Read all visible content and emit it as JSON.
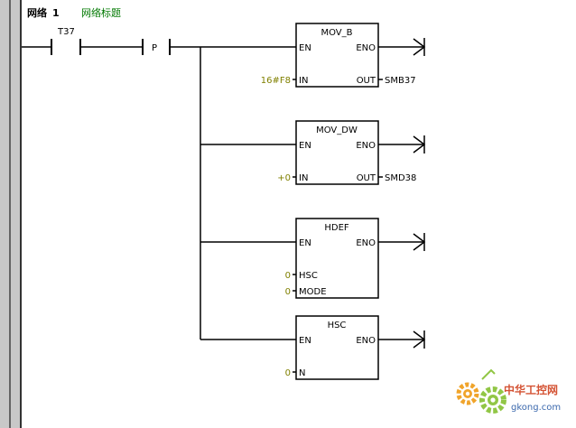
{
  "network": {
    "label": "网络",
    "number": "1",
    "title": "网络标题"
  },
  "rung": {
    "contact_label": "T37",
    "edge_label": "P"
  },
  "blocks": [
    {
      "name": "MOV_B",
      "en": "EN",
      "eno": "ENO",
      "inputs": [
        {
          "pin": "IN",
          "value": "16#F8"
        }
      ],
      "output": {
        "pin": "OUT",
        "value": "SMB37"
      }
    },
    {
      "name": "MOV_DW",
      "en": "EN",
      "eno": "ENO",
      "inputs": [
        {
          "pin": "IN",
          "value": "+0"
        }
      ],
      "output": {
        "pin": "OUT",
        "value": "SMD38"
      }
    },
    {
      "name": "HDEF",
      "en": "EN",
      "eno": "ENO",
      "inputs": [
        {
          "pin": "HSC",
          "value": "0"
        },
        {
          "pin": "MODE",
          "value": "0"
        }
      ]
    },
    {
      "name": "HSC",
      "en": "EN",
      "eno": "ENO",
      "inputs": [
        {
          "pin": "N",
          "value": "0"
        }
      ]
    }
  ],
  "watermark": {
    "cn": "中华工控网",
    "en": "gkong.com"
  },
  "colors": {
    "rail": "#c8c8c8",
    "ink": "#000000",
    "green": "#007800",
    "olive": "#808000",
    "gear_orange": "#f0a020",
    "gear_green": "#8cc43c",
    "wm_red": "#d24a2a",
    "wm_blue": "#2f5fa8"
  }
}
